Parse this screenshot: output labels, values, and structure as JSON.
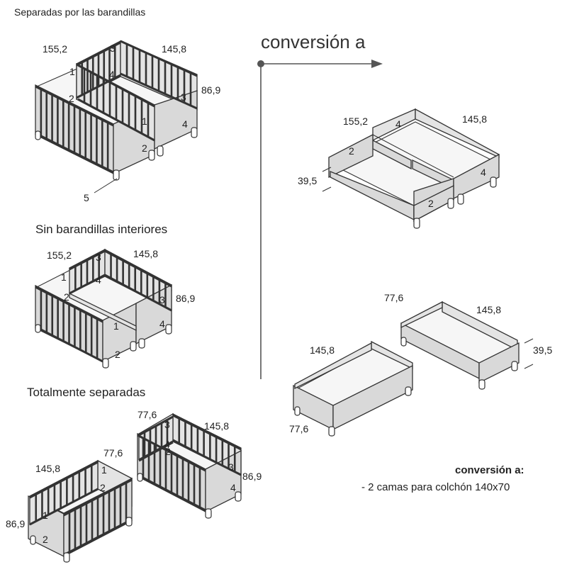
{
  "sections": {
    "separadas_barandillas": "Separadas por las barandillas",
    "sin_barandillas": "Sin barandillas interiores",
    "totalmente_separadas": "Totalmente separadas"
  },
  "conversion": {
    "heading": "conversión a",
    "footer_title": "conversión a:",
    "footer_text": "- 2 camas para colchón 140x70"
  },
  "dims": {
    "d155_2": "155,2",
    "d145_8": "145,8",
    "d86_9": "86,9",
    "d39_5": "39,5",
    "d77_6": "77,6"
  },
  "parts": {
    "p1": "1",
    "p2": "2",
    "p3": "3",
    "p4": "4",
    "p5": "5"
  }
}
